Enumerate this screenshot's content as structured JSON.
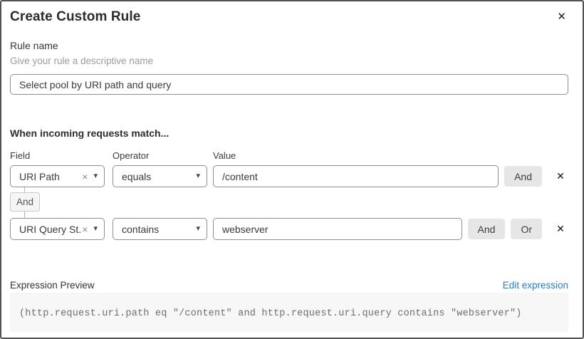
{
  "modal": {
    "title": "Create Custom Rule"
  },
  "icons": {
    "close": "✕",
    "remove": "✕",
    "clear": "×",
    "chevron_down": "▾"
  },
  "rule_name": {
    "label": "Rule name",
    "helper": "Give your rule a descriptive name",
    "value": "Select pool by URI path and query"
  },
  "matcher": {
    "heading": "When incoming requests match...",
    "column_headers": {
      "field": "Field",
      "operator": "Operator",
      "value": "Value"
    },
    "connector_label": "And",
    "rows": [
      {
        "field": "URI Path",
        "operator": "equals",
        "value": "/content",
        "buttons": {
          "and": "And"
        }
      },
      {
        "field": "URI Query St...",
        "operator": "contains",
        "value": "webserver",
        "buttons": {
          "and": "And",
          "or": "Or"
        }
      }
    ]
  },
  "expression_preview": {
    "label": "Expression Preview",
    "edit_link": "Edit expression",
    "expression": "(http.request.uri.path eq \"/content\" and http.request.uri.query contains \"webserver\")"
  },
  "colors": {
    "link_blue": "#2c7cb6",
    "border_dark": "#525252",
    "input_border": "#8f8f8f",
    "button_gray": "#e6e6e6",
    "code_bg": "#f7f7f8",
    "code_text": "#6e6e6e"
  }
}
